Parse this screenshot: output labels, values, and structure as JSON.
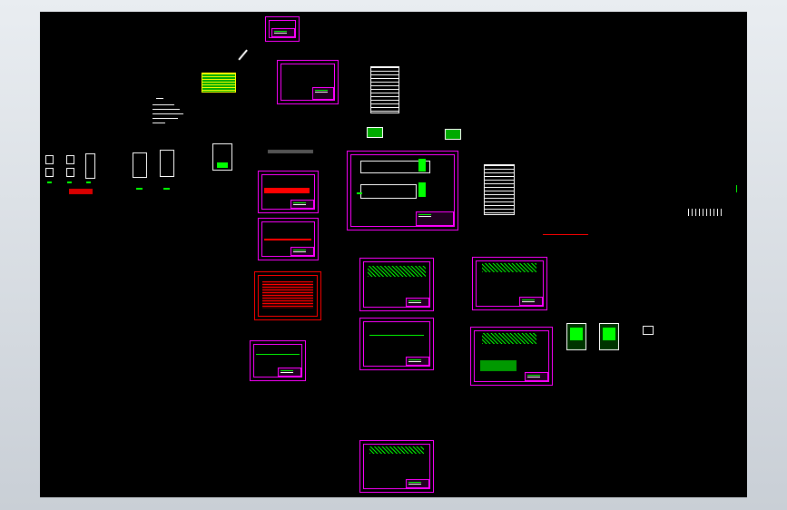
{
  "viewer": {
    "background": "#000000",
    "frame_color": "#ff00ff",
    "accent_green": "#00ff00",
    "accent_red": "#ff0000"
  },
  "drawings": [
    {
      "id": "sheet-top-small"
    },
    {
      "id": "sheet-upper-center"
    },
    {
      "id": "sheet-main-assembly"
    },
    {
      "id": "sheet-red-1"
    },
    {
      "id": "sheet-red-2"
    },
    {
      "id": "sheet-red-3"
    },
    {
      "id": "sheet-lower-left"
    },
    {
      "id": "sheet-mid-1"
    },
    {
      "id": "sheet-mid-2"
    },
    {
      "id": "sheet-right-1"
    },
    {
      "id": "sheet-right-2"
    },
    {
      "id": "sheet-bottom"
    }
  ]
}
